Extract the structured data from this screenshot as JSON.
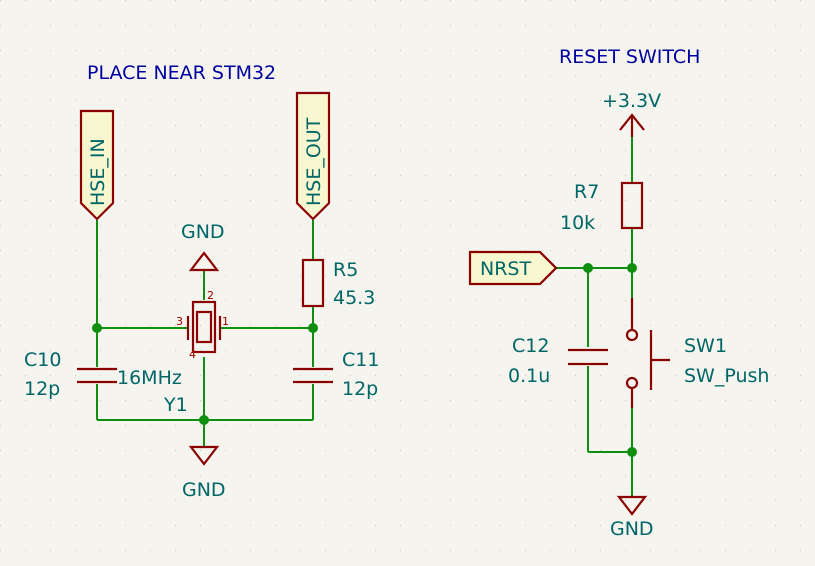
{
  "notes": {
    "crystal_section": "PLACE NEAR STM32",
    "reset_section": "RESET SWITCH"
  },
  "nets": {
    "hse_in": "HSE_IN",
    "hse_out": "HSE_OUT",
    "nrst": "NRST",
    "gnd_top": "GND",
    "gnd_bottom_left": "GND",
    "gnd_bottom_right": "GND",
    "vcc": "+3.3V"
  },
  "components": {
    "c10": {
      "ref": "C10",
      "value": "12p"
    },
    "c11": {
      "ref": "C11",
      "value": "12p"
    },
    "y1": {
      "ref": "Y1",
      "value": "16MHz",
      "pins": [
        "1",
        "2",
        "3",
        "4"
      ]
    },
    "r5": {
      "ref": "R5",
      "value": "45.3"
    },
    "r7": {
      "ref": "R7",
      "value": "10k"
    },
    "c12": {
      "ref": "C12",
      "value": "0.1u"
    },
    "sw1": {
      "ref": "SW1",
      "value": "SW_Push"
    }
  },
  "colors": {
    "background": "#f5f4ef",
    "wire": "#0f8f0f",
    "component": "#8b0000",
    "label_text": "#006666",
    "note_text": "#0000a0",
    "component_fill": "#f9f7cf"
  }
}
